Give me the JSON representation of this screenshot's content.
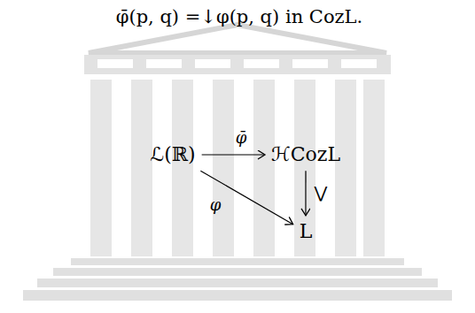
{
  "diagram": {
    "nodes": [
      {
        "text": [
          "ℒ(ℝ)"
        ]
      },
      {
        "text": [
          "ℋCozL"
        ]
      },
      {
        "text": [
          "L"
        ]
      }
    ],
    "edges": [
      {
        "from": 0,
        "to": 1,
        "arrow": "to",
        "label": "φ̄"
      },
      {
        "from": 1,
        "to": 2,
        "arrow": "to",
        "label": "⋁"
      },
      {
        "from": 0,
        "to": 2,
        "arrow": "to",
        "label": "φ"
      }
    ],
    "labels": [
      "φ̄(p, q) =↓φ(p, q) in CozL."
    ]
  }
}
